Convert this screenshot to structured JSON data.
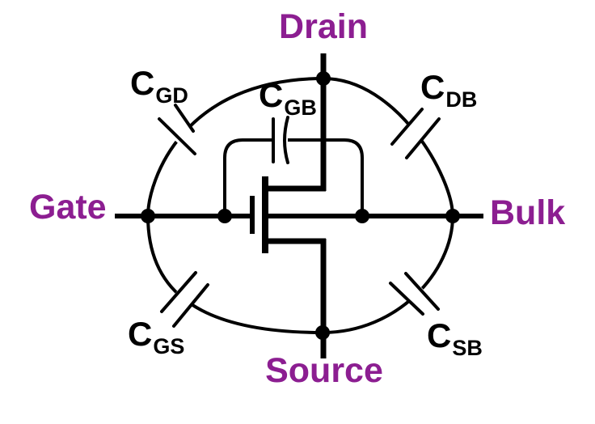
{
  "colors": {
    "terminal_label": "#8C1E91",
    "capacitor_label": "#000000",
    "wire": "#000000",
    "background": "#FFFFFF"
  },
  "terminals": [
    {
      "id": "drain",
      "label": "Drain"
    },
    {
      "id": "gate",
      "label": "Gate"
    },
    {
      "id": "bulk",
      "label": "Bulk"
    },
    {
      "id": "source",
      "label": "Source"
    }
  ],
  "capacitors": [
    {
      "id": "cgd",
      "symbol": "C",
      "sub": "GD"
    },
    {
      "id": "cgb",
      "symbol": "C",
      "sub": "GB"
    },
    {
      "id": "cdb",
      "symbol": "C",
      "sub": "DB"
    },
    {
      "id": "cgs",
      "symbol": "C",
      "sub": "GS"
    },
    {
      "id": "csb",
      "symbol": "C",
      "sub": "SB"
    }
  ]
}
